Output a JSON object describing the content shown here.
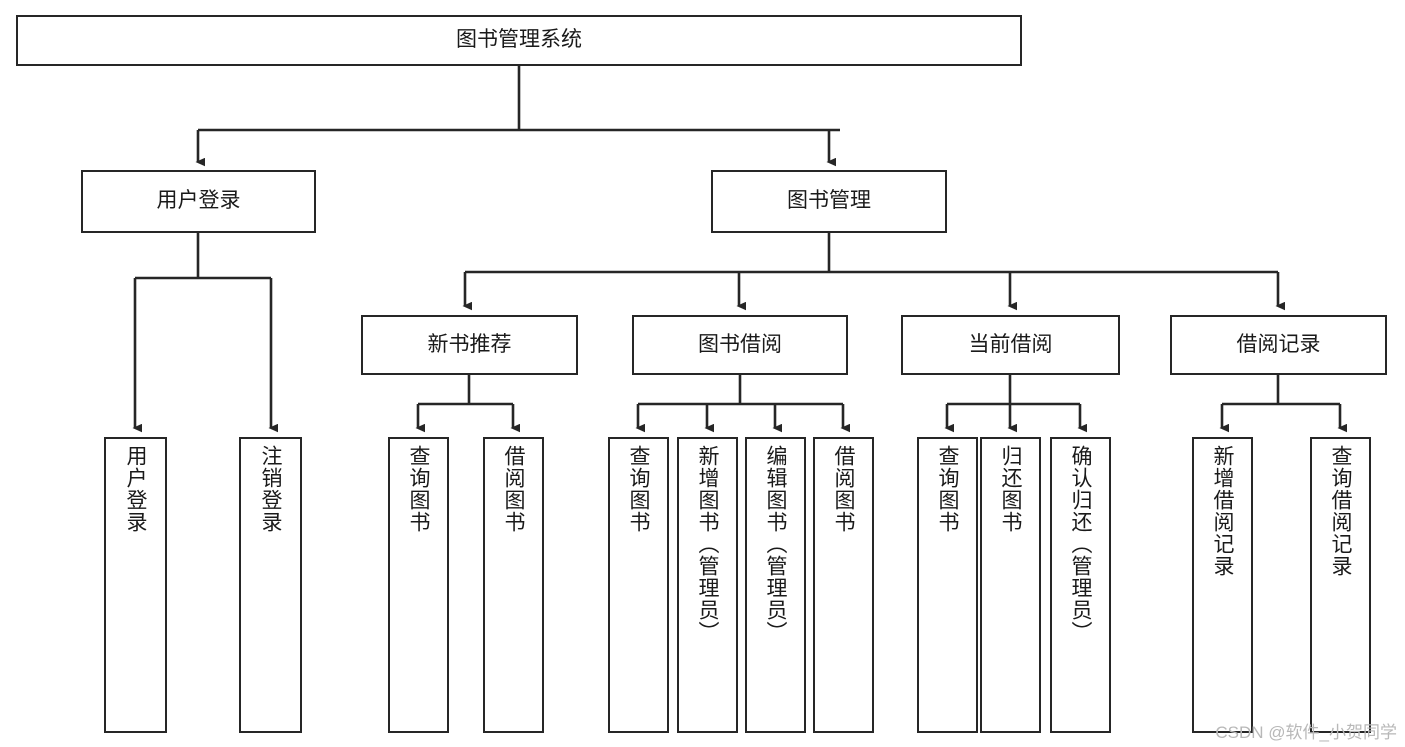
{
  "diagram": {
    "type": "tree-hierarchy-diagram",
    "title": "图书管理系统",
    "root": {
      "id": "root",
      "label": "图书管理系统"
    },
    "level2": [
      {
        "id": "user-login",
        "label": "用户登录"
      },
      {
        "id": "book-manage",
        "label": "图书管理"
      }
    ],
    "level3": [
      {
        "id": "new-book-rec",
        "label": "新书推荐"
      },
      {
        "id": "book-borrow",
        "label": "图书借阅"
      },
      {
        "id": "current-borrow",
        "label": "当前借阅"
      },
      {
        "id": "borrow-record",
        "label": "借阅记录"
      }
    ],
    "leaves": {
      "user_login": [
        {
          "id": "leaf-user-login",
          "label": "用户登录"
        },
        {
          "id": "leaf-logout-login",
          "label": "注销登录"
        }
      ],
      "new_book_rec": [
        {
          "id": "leaf-query-book-1",
          "label": "查询图书"
        },
        {
          "id": "leaf-borrow-book-1",
          "label": "借阅图书"
        }
      ],
      "book_borrow": [
        {
          "id": "leaf-query-book-2",
          "label": "查询图书"
        },
        {
          "id": "leaf-add-book",
          "label": "新增图书（管理员）"
        },
        {
          "id": "leaf-edit-book",
          "label": "编辑图书（管理员）"
        },
        {
          "id": "leaf-borrow-book-2",
          "label": "借阅图书"
        }
      ],
      "current_borrow": [
        {
          "id": "leaf-query-book-3",
          "label": "查询图书"
        },
        {
          "id": "leaf-return-book",
          "label": "归还图书"
        },
        {
          "id": "leaf-confirm-return",
          "label": "确认归还（管理员）"
        }
      ],
      "borrow_record": [
        {
          "id": "leaf-add-record",
          "label": "新增借阅记录"
        },
        {
          "id": "leaf-query-record",
          "label": "查询借阅记录"
        }
      ]
    }
  },
  "watermark": {
    "text": "CSDN @软件_小贺同学"
  },
  "colors": {
    "border": "#262626",
    "background": "#ffffff",
    "text": "#1a1a1a",
    "watermark": "#b8b8b8"
  }
}
